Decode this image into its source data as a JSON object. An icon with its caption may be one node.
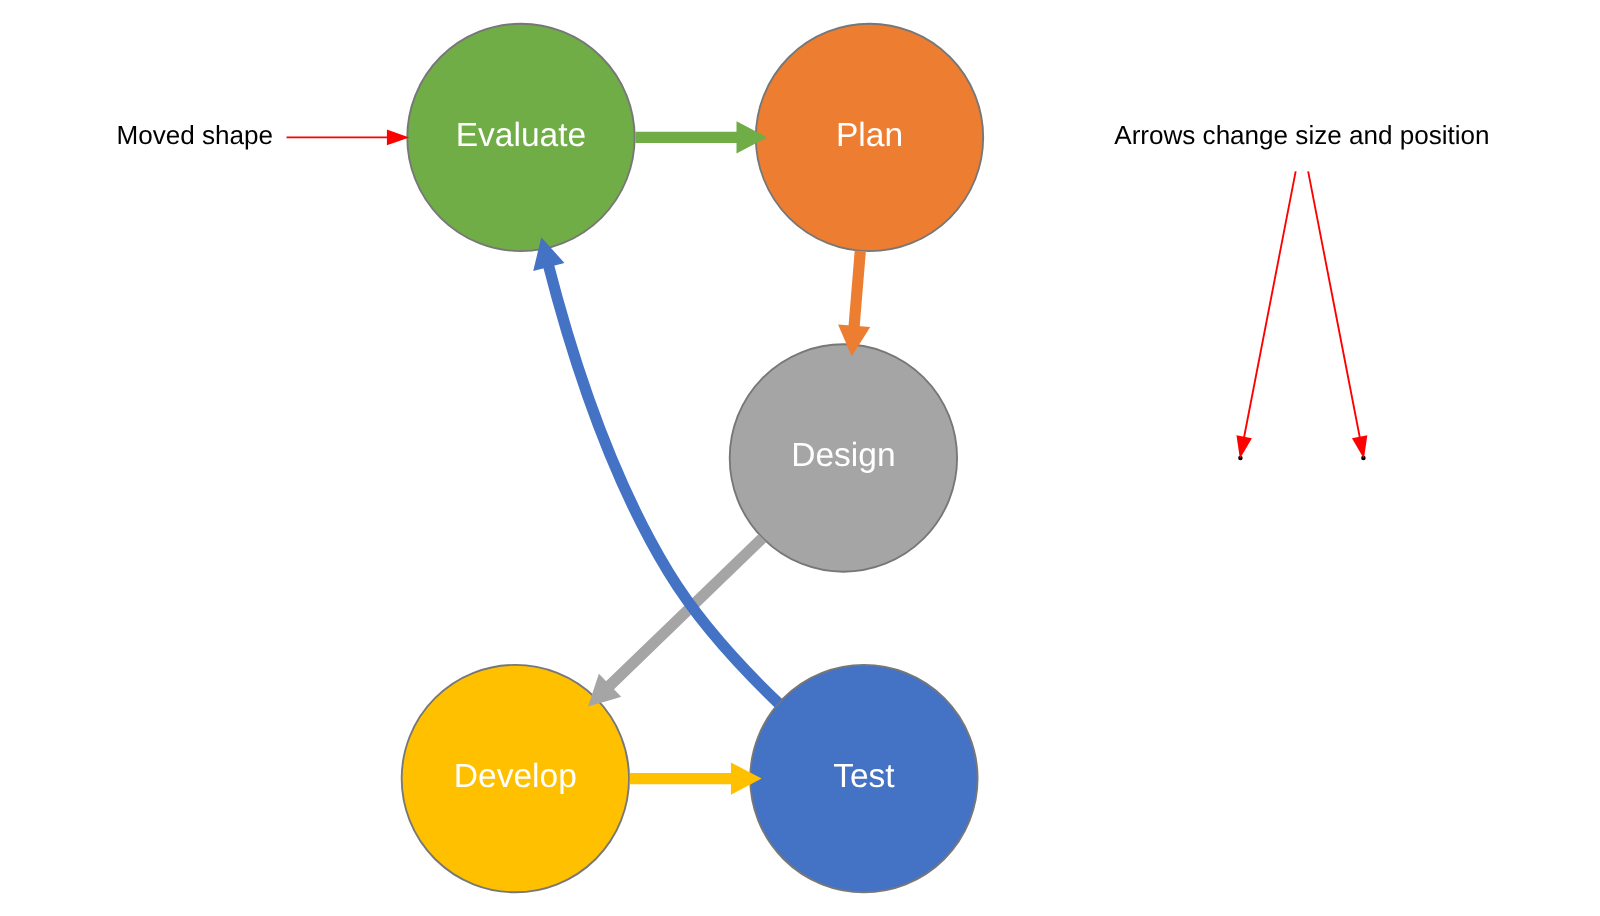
{
  "diagram": {
    "nodes": [
      {
        "text": [
          "Evaluate"
        ]
      },
      {
        "text": [
          "Plan"
        ]
      },
      {
        "text": [
          "Design"
        ]
      },
      {
        "text": [
          "Develop"
        ]
      },
      {
        "text": [
          "Test"
        ]
      },
      {
        "text": [
          "Moved shape"
        ]
      },
      {
        "text": [
          "Arrows change size and position"
        ]
      }
    ],
    "edges": [
      {
        "from": 0,
        "to": 1,
        "arrow": "to",
        "color": "#70ad47"
      },
      {
        "from": 1,
        "to": 2,
        "arrow": "to",
        "color": "#ed7d31"
      },
      {
        "from": 2,
        "to": 3,
        "arrow": "to",
        "color": "#a5a5a5"
      },
      {
        "from": 3,
        "to": 4,
        "arrow": "to",
        "color": "#ffc000"
      },
      {
        "from": 4,
        "to": 0,
        "arrow": "to",
        "color": "#4472c4"
      },
      {
        "from": 5,
        "to": 0,
        "arrow": "to",
        "color": "#ff0000"
      },
      {
        "from": 6,
        "to": null,
        "arrow": "to",
        "color": "#ff0000"
      },
      {
        "from": 6,
        "to": null,
        "arrow": "to",
        "color": "#ff0000"
      }
    ]
  }
}
